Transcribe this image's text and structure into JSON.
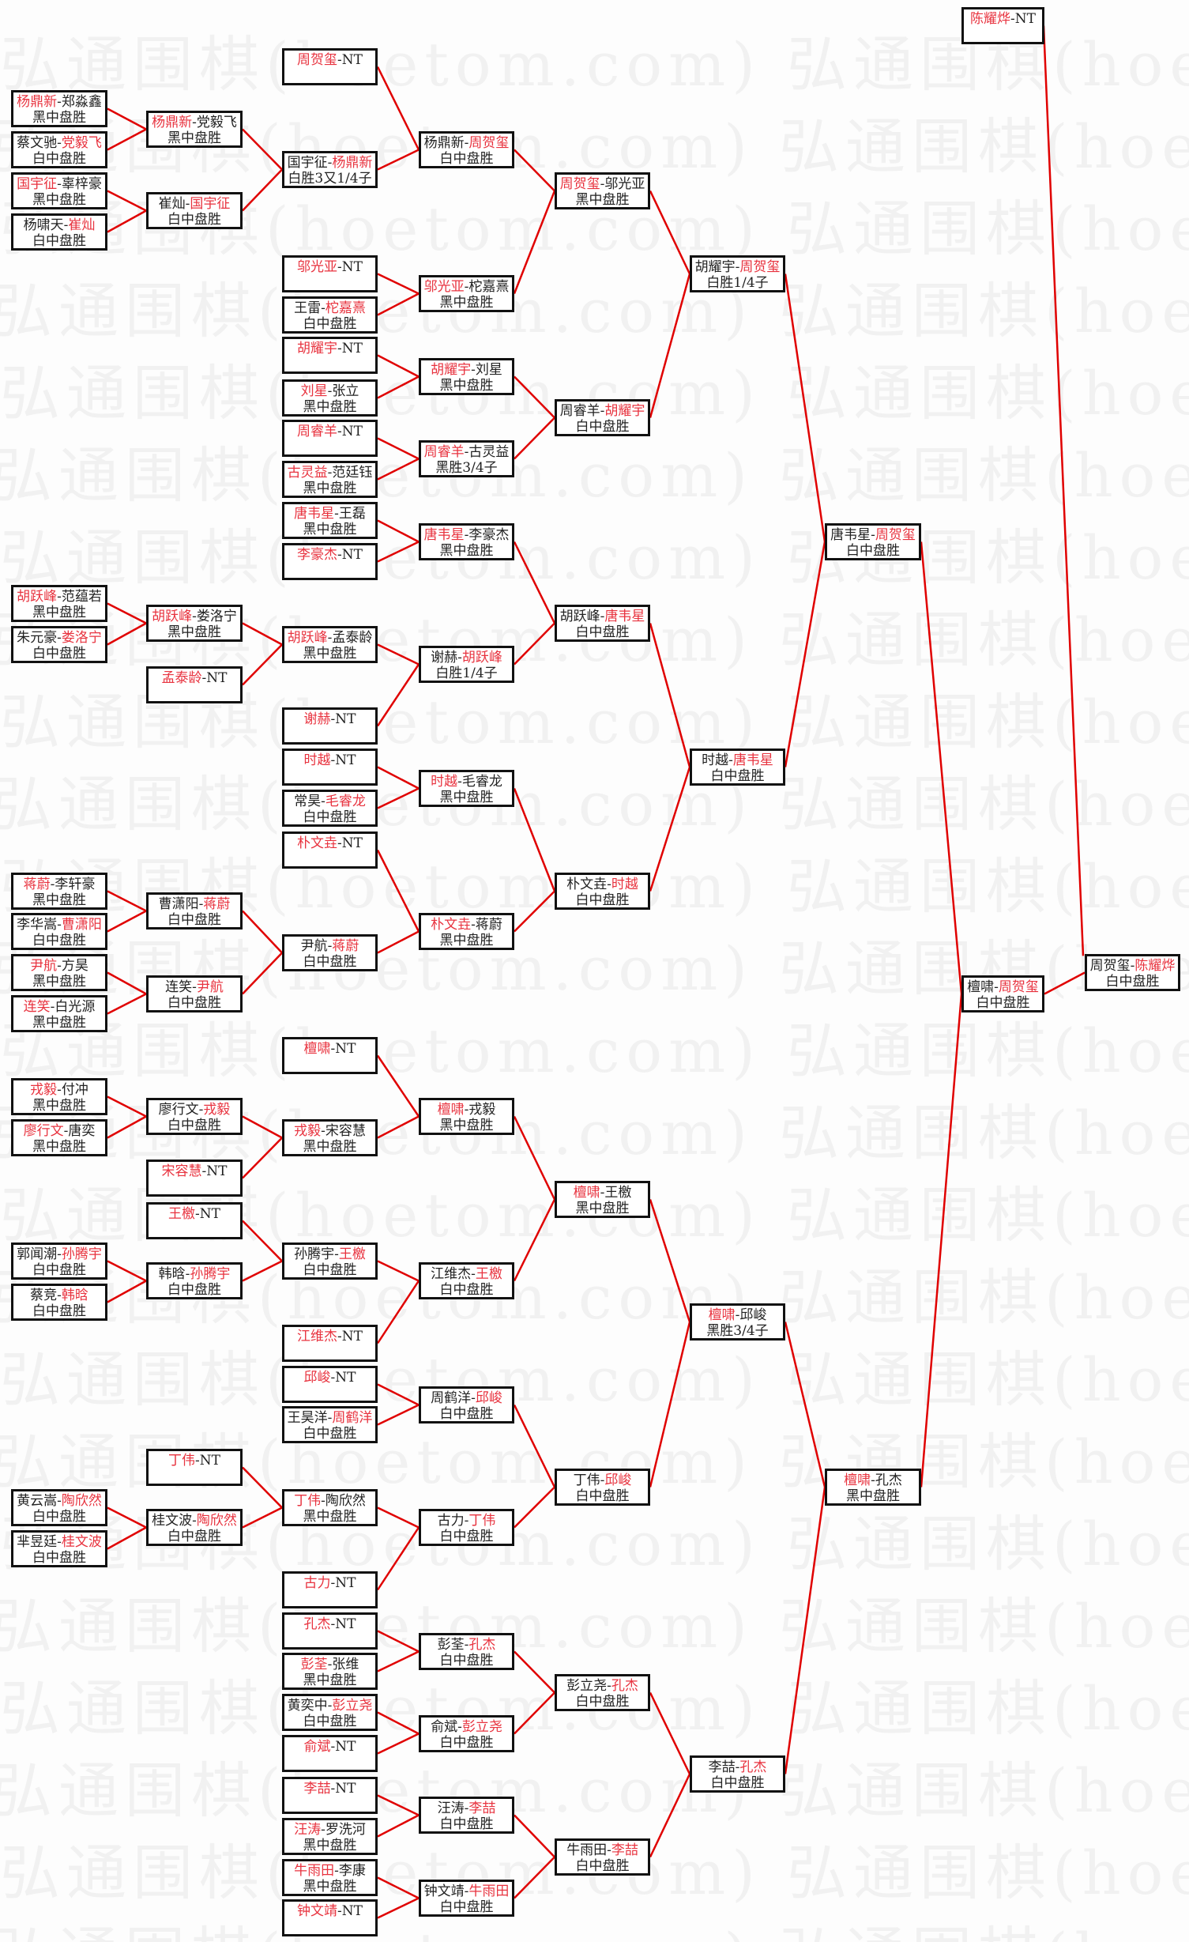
{
  "watermark": "弘通围棋(hoetom.com)",
  "colors": {
    "line": "#e00000",
    "winner": "#e8333f",
    "border": "#111111"
  },
  "matches": [
    {
      "id": "r1_1",
      "p1": "杨鼎新",
      "p2": "郑淼鑫",
      "winner": 1,
      "result": "黑中盘胜"
    },
    {
      "id": "r1_2",
      "p1": "蔡文驰",
      "p2": "党毅飞",
      "winner": 2,
      "result": "白中盘胜"
    },
    {
      "id": "r1_3",
      "p1": "国宇征",
      "p2": "辜梓豪",
      "winner": 1,
      "result": "黑中盘胜"
    },
    {
      "id": "r1_4",
      "p1": "杨啸天",
      "p2": "崔灿",
      "winner": 2,
      "result": "白中盘胜"
    },
    {
      "id": "r1_5",
      "p1": "胡跃峰",
      "p2": "范蕴若",
      "winner": 1,
      "result": "黑中盘胜"
    },
    {
      "id": "r1_6",
      "p1": "朱元豪",
      "p2": "娄洛宁",
      "winner": 2,
      "result": "白中盘胜"
    },
    {
      "id": "r1_7",
      "p1": "蒋蔚",
      "p2": "李轩豪",
      "winner": 1,
      "result": "黑中盘胜"
    },
    {
      "id": "r1_8",
      "p1": "李华嵩",
      "p2": "曹潇阳",
      "winner": 2,
      "result": "白中盘胜"
    },
    {
      "id": "r1_9",
      "p1": "尹航",
      "p2": "方昊",
      "winner": 1,
      "result": "黑中盘胜"
    },
    {
      "id": "r1_10",
      "p1": "连笑",
      "p2": "白光源",
      "winner": 1,
      "result": "黑中盘胜"
    },
    {
      "id": "r1_11",
      "p1": "戎毅",
      "p2": "付冲",
      "winner": 1,
      "result": "黑中盘胜"
    },
    {
      "id": "r1_12",
      "p1": "廖行文",
      "p2": "唐奕",
      "winner": 1,
      "result": "黑中盘胜"
    },
    {
      "id": "r1_13",
      "p1": "郭闻潮",
      "p2": "孙腾宇",
      "winner": 2,
      "result": "白中盘胜"
    },
    {
      "id": "r1_14",
      "p1": "蔡竞",
      "p2": "韩晗",
      "winner": 2,
      "result": "白中盘胜"
    },
    {
      "id": "r1_15",
      "p1": "黄云嵩",
      "p2": "陶欣然",
      "winner": 2,
      "result": "白中盘胜"
    },
    {
      "id": "r1_16",
      "p1": "芈昱廷",
      "p2": "桂文波",
      "winner": 2,
      "result": "白中盘胜"
    },
    {
      "id": "r2_1",
      "p1": "杨鼎新",
      "p2": "党毅飞",
      "winner": 1,
      "result": "黑中盘胜"
    },
    {
      "id": "r2_2",
      "p1": "崔灿",
      "p2": "国宇征",
      "winner": 2,
      "result": "白中盘胜"
    },
    {
      "id": "r2_3",
      "p1": "胡跃峰",
      "p2": "娄洛宁",
      "winner": 1,
      "result": "黑中盘胜"
    },
    {
      "id": "r2_4",
      "p1": "孟泰龄",
      "p2": "NT",
      "winner": 1,
      "result": ""
    },
    {
      "id": "r2_5",
      "p1": "曹潇阳",
      "p2": "蒋蔚",
      "winner": 2,
      "result": "白中盘胜"
    },
    {
      "id": "r2_6",
      "p1": "连笑",
      "p2": "尹航",
      "winner": 2,
      "result": "白中盘胜"
    },
    {
      "id": "r2_7",
      "p1": "廖行文",
      "p2": "戎毅",
      "winner": 2,
      "result": "白中盘胜"
    },
    {
      "id": "r2_8",
      "p1": "宋容慧",
      "p2": "NT",
      "winner": 1,
      "result": ""
    },
    {
      "id": "r2_9",
      "p1": "王檄",
      "p2": "NT",
      "winner": 1,
      "result": ""
    },
    {
      "id": "r2_10",
      "p1": "韩晗",
      "p2": "孙腾宇",
      "winner": 2,
      "result": "白中盘胜"
    },
    {
      "id": "r2_11",
      "p1": "丁伟",
      "p2": "NT",
      "winner": 1,
      "result": ""
    },
    {
      "id": "r2_12",
      "p1": "桂文波",
      "p2": "陶欣然",
      "winner": 2,
      "result": "白中盘胜"
    },
    {
      "id": "r3_1",
      "p1": "周贺玺",
      "p2": "NT",
      "winner": 1,
      "result": ""
    },
    {
      "id": "r3_2",
      "p1": "国宇征",
      "p2": "杨鼎新",
      "winner": 2,
      "result": "白胜3又1/4子"
    },
    {
      "id": "r3_3",
      "p1": "邬光亚",
      "p2": "NT",
      "winner": 1,
      "result": ""
    },
    {
      "id": "r3_4",
      "p1": "王雷",
      "p2": "柁嘉熹",
      "winner": 2,
      "result": "白中盘胜"
    },
    {
      "id": "r3_5",
      "p1": "胡耀宇",
      "p2": "NT",
      "winner": 1,
      "result": ""
    },
    {
      "id": "r3_6",
      "p1": "刘星",
      "p2": "张立",
      "winner": 1,
      "result": "黑中盘胜"
    },
    {
      "id": "r3_7",
      "p1": "周睿羊",
      "p2": "NT",
      "winner": 1,
      "result": ""
    },
    {
      "id": "r3_8",
      "p1": "古灵益",
      "p2": "范廷钰",
      "winner": 1,
      "result": "黑中盘胜"
    },
    {
      "id": "r3_9",
      "p1": "唐韦星",
      "p2": "王磊",
      "winner": 1,
      "result": "黑中盘胜"
    },
    {
      "id": "r3_10",
      "p1": "李豪杰",
      "p2": "NT",
      "winner": 1,
      "result": ""
    },
    {
      "id": "r3_11",
      "p1": "胡跃峰",
      "p2": "孟泰龄",
      "winner": 1,
      "result": "黑中盘胜"
    },
    {
      "id": "r3_12",
      "p1": "谢赫",
      "p2": "NT",
      "winner": 1,
      "result": ""
    },
    {
      "id": "r3_13",
      "p1": "时越",
      "p2": "NT",
      "winner": 1,
      "result": ""
    },
    {
      "id": "r3_14",
      "p1": "常昊",
      "p2": "毛睿龙",
      "winner": 2,
      "result": "白中盘胜"
    },
    {
      "id": "r3_15",
      "p1": "朴文垚",
      "p2": "NT",
      "winner": 1,
      "result": ""
    },
    {
      "id": "r3_16",
      "p1": "尹航",
      "p2": "蒋蔚",
      "winner": 2,
      "result": "白中盘胜"
    },
    {
      "id": "r3_17",
      "p1": "檀啸",
      "p2": "NT",
      "winner": 1,
      "result": ""
    },
    {
      "id": "r3_18",
      "p1": "戎毅",
      "p2": "宋容慧",
      "winner": 1,
      "result": "黑中盘胜"
    },
    {
      "id": "r3_19",
      "p1": "孙腾宇",
      "p2": "王檄",
      "winner": 2,
      "result": "白中盘胜"
    },
    {
      "id": "r3_20",
      "p1": "江维杰",
      "p2": "NT",
      "winner": 1,
      "result": ""
    },
    {
      "id": "r3_21",
      "p1": "邱峻",
      "p2": "NT",
      "winner": 1,
      "result": ""
    },
    {
      "id": "r3_22",
      "p1": "王昊洋",
      "p2": "周鹤洋",
      "winner": 2,
      "result": "白中盘胜"
    },
    {
      "id": "r3_23",
      "p1": "丁伟",
      "p2": "陶欣然",
      "winner": 1,
      "result": "黑中盘胜"
    },
    {
      "id": "r3_24",
      "p1": "古力",
      "p2": "NT",
      "winner": 1,
      "result": ""
    },
    {
      "id": "r3_25",
      "p1": "孔杰",
      "p2": "NT",
      "winner": 1,
      "result": ""
    },
    {
      "id": "r3_26",
      "p1": "彭荃",
      "p2": "张维",
      "winner": 1,
      "result": "黑中盘胜"
    },
    {
      "id": "r3_27",
      "p1": "黄奕中",
      "p2": "彭立尧",
      "winner": 2,
      "result": "白中盘胜"
    },
    {
      "id": "r3_28",
      "p1": "俞斌",
      "p2": "NT",
      "winner": 1,
      "result": ""
    },
    {
      "id": "r3_29",
      "p1": "李喆",
      "p2": "NT",
      "winner": 1,
      "result": ""
    },
    {
      "id": "r3_30",
      "p1": "汪涛",
      "p2": "罗洗河",
      "winner": 1,
      "result": "黑中盘胜"
    },
    {
      "id": "r3_31",
      "p1": "牛雨田",
      "p2": "李康",
      "winner": 1,
      "result": "黑中盘胜"
    },
    {
      "id": "r3_32",
      "p1": "钟文靖",
      "p2": "NT",
      "winner": 1,
      "result": ""
    },
    {
      "id": "r4_1",
      "p1": "杨鼎新",
      "p2": "周贺玺",
      "winner": 2,
      "result": "白中盘胜"
    },
    {
      "id": "r4_2",
      "p1": "邬光亚",
      "p2": "柁嘉熹",
      "winner": 1,
      "result": "黑中盘胜"
    },
    {
      "id": "r4_3",
      "p1": "胡耀宇",
      "p2": "刘星",
      "winner": 1,
      "result": "黑中盘胜"
    },
    {
      "id": "r4_4",
      "p1": "周睿羊",
      "p2": "古灵益",
      "winner": 1,
      "result": "黑胜3/4子"
    },
    {
      "id": "r4_5",
      "p1": "唐韦星",
      "p2": "李豪杰",
      "winner": 1,
      "result": "黑中盘胜"
    },
    {
      "id": "r4_6",
      "p1": "谢赫",
      "p2": "胡跃峰",
      "winner": 2,
      "result": "白胜1/4子"
    },
    {
      "id": "r4_7",
      "p1": "时越",
      "p2": "毛睿龙",
      "winner": 1,
      "result": "黑中盘胜"
    },
    {
      "id": "r4_8",
      "p1": "朴文垚",
      "p2": "蒋蔚",
      "winner": 1,
      "result": "黑中盘胜"
    },
    {
      "id": "r4_9",
      "p1": "檀啸",
      "p2": "戎毅",
      "winner": 1,
      "result": "黑中盘胜"
    },
    {
      "id": "r4_10",
      "p1": "江维杰",
      "p2": "王檄",
      "winner": 2,
      "result": "白中盘胜"
    },
    {
      "id": "r4_11",
      "p1": "周鹤洋",
      "p2": "邱峻",
      "winner": 2,
      "result": "白中盘胜"
    },
    {
      "id": "r4_12",
      "p1": "古力",
      "p2": "丁伟",
      "winner": 2,
      "result": "白中盘胜"
    },
    {
      "id": "r4_13",
      "p1": "彭荃",
      "p2": "孔杰",
      "winner": 2,
      "result": "白中盘胜"
    },
    {
      "id": "r4_14",
      "p1": "俞斌",
      "p2": "彭立尧",
      "winner": 2,
      "result": "白中盘胜"
    },
    {
      "id": "r4_15",
      "p1": "汪涛",
      "p2": "李喆",
      "winner": 2,
      "result": "白中盘胜"
    },
    {
      "id": "r4_16",
      "p1": "钟文靖",
      "p2": "牛雨田",
      "winner": 2,
      "result": "白中盘胜"
    },
    {
      "id": "r5_1",
      "p1": "周贺玺",
      "p2": "邬光亚",
      "winner": 1,
      "result": "黑中盘胜"
    },
    {
      "id": "r5_2",
      "p1": "周睿羊",
      "p2": "胡耀宇",
      "winner": 2,
      "result": "白中盘胜"
    },
    {
      "id": "r5_3",
      "p1": "胡跃峰",
      "p2": "唐韦星",
      "winner": 2,
      "result": "白中盘胜"
    },
    {
      "id": "r5_4",
      "p1": "朴文垚",
      "p2": "时越",
      "winner": 2,
      "result": "白中盘胜"
    },
    {
      "id": "r5_5",
      "p1": "檀啸",
      "p2": "王檄",
      "winner": 1,
      "result": "黑中盘胜"
    },
    {
      "id": "r5_6",
      "p1": "丁伟",
      "p2": "邱峻",
      "winner": 2,
      "result": "白中盘胜"
    },
    {
      "id": "r5_7",
      "p1": "彭立尧",
      "p2": "孔杰",
      "winner": 2,
      "result": "白中盘胜"
    },
    {
      "id": "r5_8",
      "p1": "牛雨田",
      "p2": "李喆",
      "winner": 2,
      "result": "白中盘胜"
    },
    {
      "id": "r6_1",
      "p1": "胡耀宇",
      "p2": "周贺玺",
      "winner": 2,
      "result": "白胜1/4子"
    },
    {
      "id": "r6_2",
      "p1": "时越",
      "p2": "唐韦星",
      "winner": 2,
      "result": "白中盘胜"
    },
    {
      "id": "r6_3",
      "p1": "檀啸",
      "p2": "邱峻",
      "winner": 1,
      "result": "黑胜3/4子"
    },
    {
      "id": "r6_4",
      "p1": "李喆",
      "p2": "孔杰",
      "winner": 2,
      "result": "白中盘胜"
    },
    {
      "id": "r7_1",
      "p1": "唐韦星",
      "p2": "周贺玺",
      "winner": 2,
      "result": "白中盘胜"
    },
    {
      "id": "r7_2",
      "p1": "檀啸",
      "p2": "孔杰",
      "winner": 1,
      "result": "黑中盘胜"
    },
    {
      "id": "r8_1",
      "p1": "陈耀烨",
      "p2": "NT",
      "winner": 1,
      "result": ""
    },
    {
      "id": "r8_2",
      "p1": "檀啸",
      "p2": "周贺玺",
      "winner": 2,
      "result": "白中盘胜"
    },
    {
      "id": "final",
      "p1": "周贺玺",
      "p2": "陈耀烨",
      "winner": 2,
      "result": "白中盘胜"
    }
  ]
}
